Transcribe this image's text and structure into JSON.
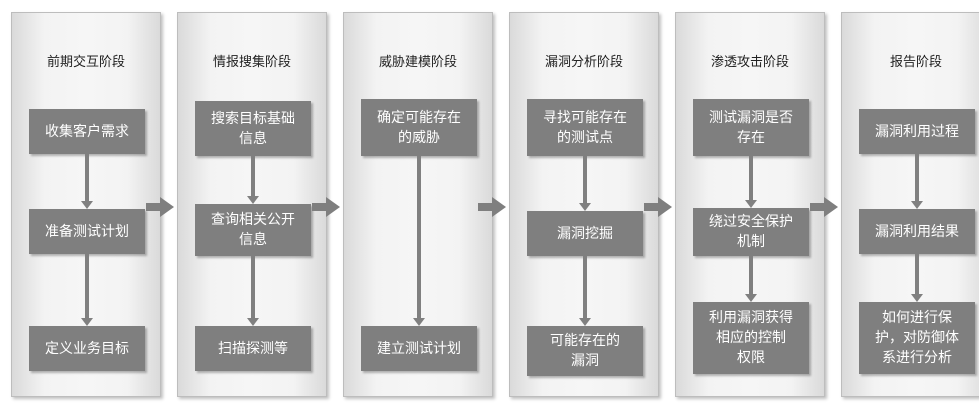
{
  "stages": [
    {
      "title": "前期交互阶段",
      "steps": [
        "收集客户需求",
        "准备测试计划",
        "定义业务目标"
      ]
    },
    {
      "title": "情报搜集阶段",
      "steps": [
        "搜索目标基础\n信息",
        "查询相关公开\n信息",
        "扫描探测等"
      ]
    },
    {
      "title": "威胁建模阶段",
      "steps": [
        "确定可能存在\n的威胁",
        "建立测试计划"
      ]
    },
    {
      "title": "漏洞分析阶段",
      "steps": [
        "寻找可能存在\n的测试点",
        "漏洞挖掘",
        "可能存在的\n漏洞"
      ]
    },
    {
      "title": "渗透攻击阶段",
      "steps": [
        "测试漏洞是否\n存在",
        "绕过安全保护\n机制",
        "利用漏洞获得\n相应的控制\n权限"
      ]
    },
    {
      "title": "报告阶段",
      "steps": [
        "漏洞利用过程",
        "漏洞利用结果",
        "如何进行保\n护，对防御体\n系进行分析"
      ]
    }
  ]
}
